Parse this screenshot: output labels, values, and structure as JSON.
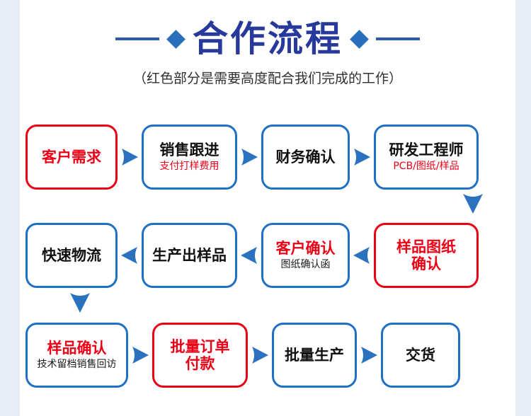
{
  "header": {
    "title": "合作流程",
    "subtitle": "（红色部分是需要高度配合我们完成的工作）",
    "decor_left_icon": "horizontal-rule",
    "decor_diamond_icon": "diamond",
    "title_color": "#27399a",
    "diamond_color": "#2a6fbc",
    "rule_color": "#2a5ca8",
    "subtitle_color": "#2f2f2f"
  },
  "colors": {
    "blue_border": "#1f6fc4",
    "red_border": "#ec0016",
    "red_text": "#ec0016",
    "black_text": "#111111",
    "arrow_blue": "#2a72bd",
    "page_margin": "#e8ecf5",
    "canvas": "#ffffff"
  },
  "flow": {
    "row1": {
      "direction": "left-to-right",
      "nodes": [
        {
          "title": "客户需求",
          "sub": "",
          "border": "red",
          "title_color": "red",
          "sub_color": ""
        },
        {
          "title": "销售跟进",
          "sub": "支付打样费用",
          "border": "blue",
          "title_color": "black",
          "sub_color": "red"
        },
        {
          "title": "财务确认",
          "sub": "",
          "border": "blue",
          "title_color": "black",
          "sub_color": ""
        },
        {
          "title": "研发工程师",
          "sub": "PCB/图纸/样品",
          "border": "blue",
          "title_color": "black",
          "sub_color": "red"
        }
      ]
    },
    "row2": {
      "direction": "right-to-left",
      "nodes": [
        {
          "title": "快速物流",
          "sub": "",
          "border": "blue",
          "title_color": "black",
          "sub_color": ""
        },
        {
          "title": "生产出样品",
          "sub": "",
          "border": "blue",
          "title_color": "black",
          "sub_color": ""
        },
        {
          "title": "客户确认",
          "sub": "图纸确认函",
          "border": "blue",
          "title_color": "red",
          "sub_color": "black"
        },
        {
          "title": "样品图纸\n确认",
          "sub": "",
          "border": "red",
          "title_color": "red",
          "sub_color": ""
        }
      ]
    },
    "row3": {
      "direction": "left-to-right",
      "nodes": [
        {
          "title": "样品确认",
          "sub": "技术留档销售回访",
          "border": "blue",
          "title_color": "red",
          "sub_color": "black"
        },
        {
          "title": "批量订单\n付款",
          "sub": "",
          "border": "red",
          "title_color": "red",
          "sub_color": ""
        },
        {
          "title": "批量生产",
          "sub": "",
          "border": "blue",
          "title_color": "black",
          "sub_color": ""
        },
        {
          "title": "交货",
          "sub": "",
          "border": "blue",
          "title_color": "black",
          "sub_color": ""
        }
      ]
    },
    "connectors": {
      "row1_to_row2": "arrow-down",
      "row2_to_row3": "arrow-down"
    }
  }
}
